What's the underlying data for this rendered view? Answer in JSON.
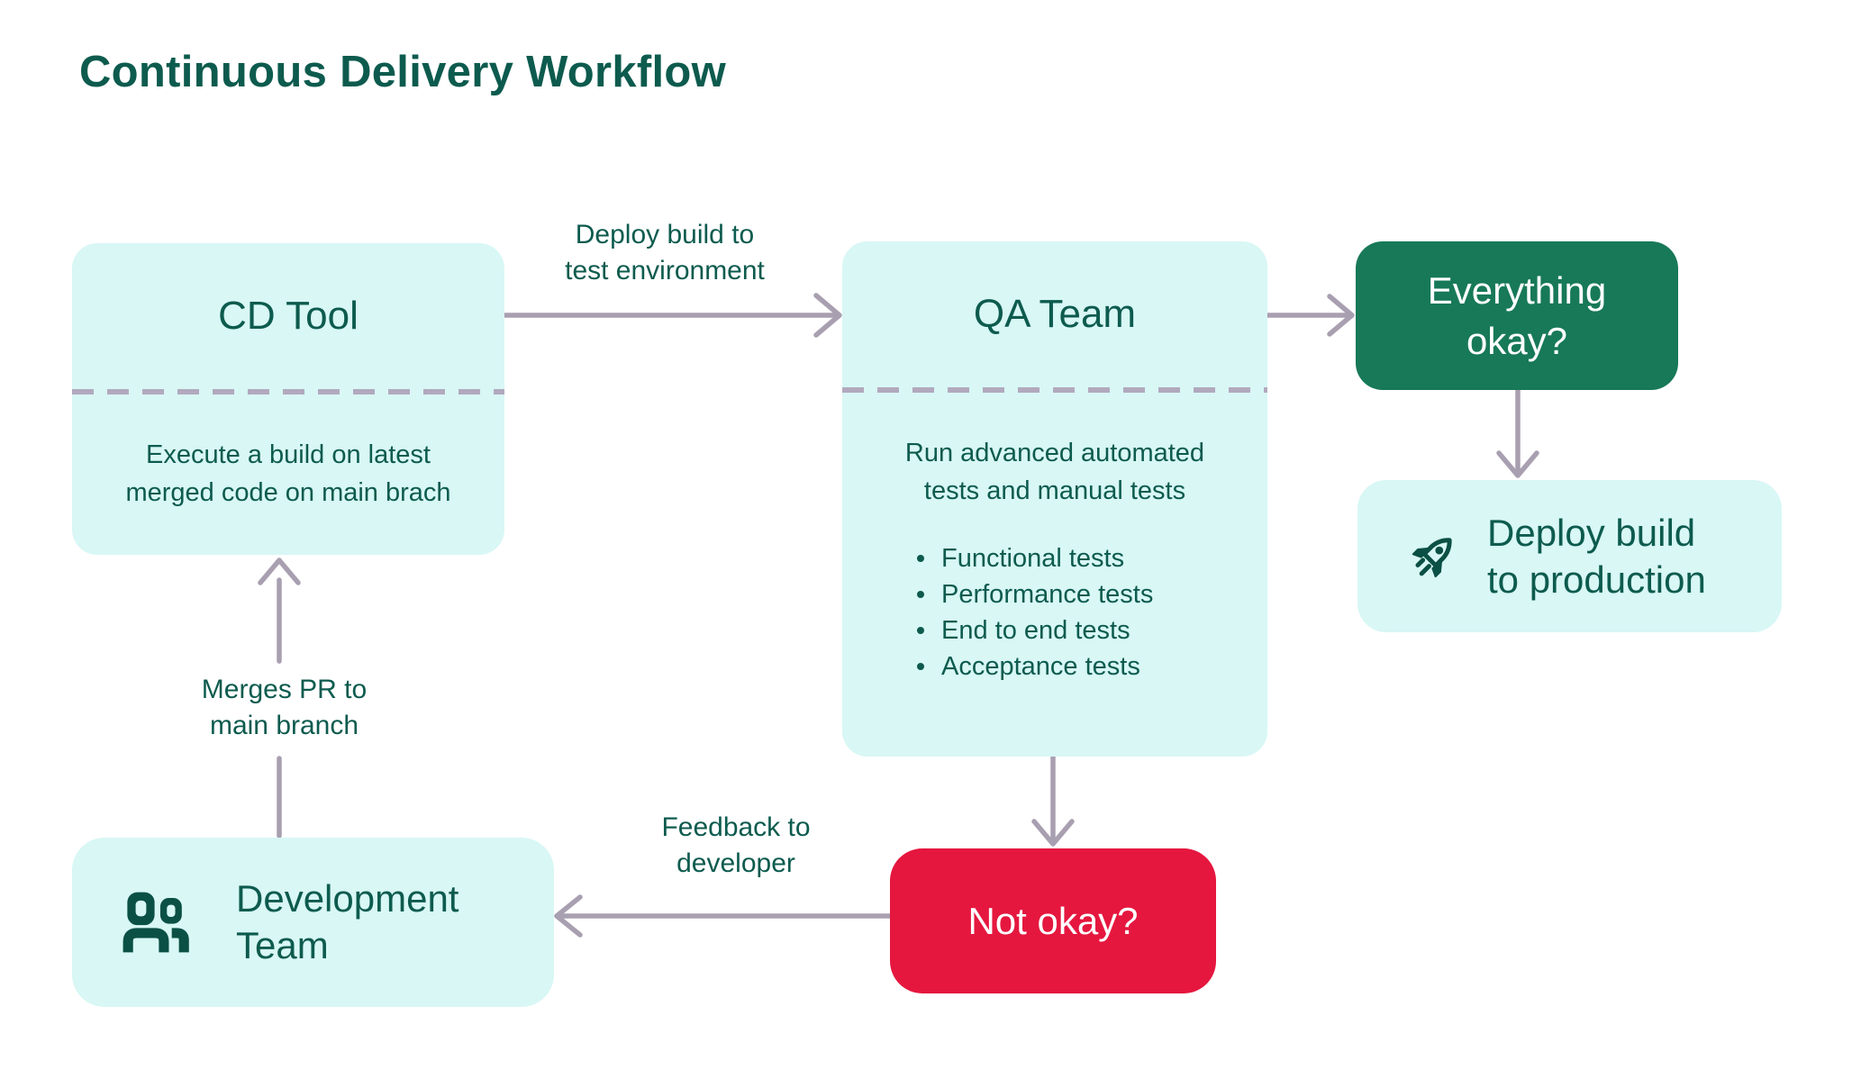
{
  "title": "Continuous Delivery Workflow",
  "colors": {
    "teal_text": "#0d5b4e",
    "box_bg": "#d8f7f5",
    "green": "#177957",
    "red": "#e5173f",
    "arrow": "#a89fb0",
    "divider": "#b2a9be",
    "icon": "#0b5045",
    "white": "#ffffff"
  },
  "cd_box": {
    "heading": "CD Tool",
    "description_lines": [
      "Execute a build on latest",
      "merged code on main brach"
    ]
  },
  "qa_box": {
    "heading": "QA Team",
    "description_lines": [
      "Run advanced automated",
      "tests and manual tests"
    ],
    "bullets": [
      "Functional tests",
      "Performance tests",
      "End to end tests",
      "Acceptance tests"
    ]
  },
  "everything_okay_box": {
    "label_lines": [
      "Everything",
      "okay?"
    ]
  },
  "deploy_box": {
    "icon": "rocket-icon",
    "label_lines": [
      "Deploy build",
      "to production"
    ]
  },
  "not_okay_box": {
    "label": "Not okay?"
  },
  "dev_box": {
    "icon": "team-icon",
    "label_lines": [
      "Development",
      "Team"
    ]
  },
  "arrow_labels": {
    "deploy_to_test_lines": [
      "Deploy build to",
      "test environment"
    ],
    "feedback_lines": [
      "Feedback to",
      "developer"
    ],
    "merges_lines": [
      "Merges PR to",
      "main branch"
    ]
  }
}
